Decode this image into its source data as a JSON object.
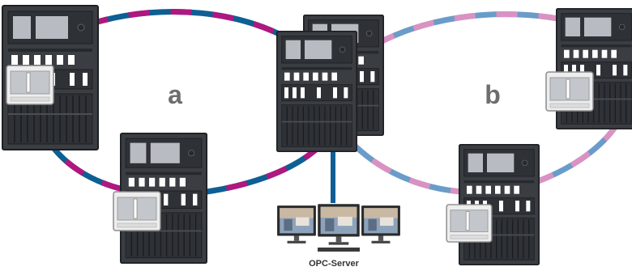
{
  "rings": {
    "a": {
      "label": "a",
      "color_primary": "#0e5f93",
      "color_secondary": "#b0177f"
    },
    "b": {
      "label": "b",
      "color_primary": "#6a9cc9",
      "color_secondary": "#da92c2"
    }
  },
  "server": {
    "caption": "OPC-Server",
    "link_color": "#0e5f93"
  },
  "colors": {
    "panel_body": "#3a3d42",
    "panel_frame": "#1d1f22",
    "screen": "#b8bcc2",
    "keypad": "#ededed"
  },
  "icons": {
    "panel": "fire-panel-icon",
    "keypad": "keypad-icon",
    "monitor": "monitor-icon"
  }
}
